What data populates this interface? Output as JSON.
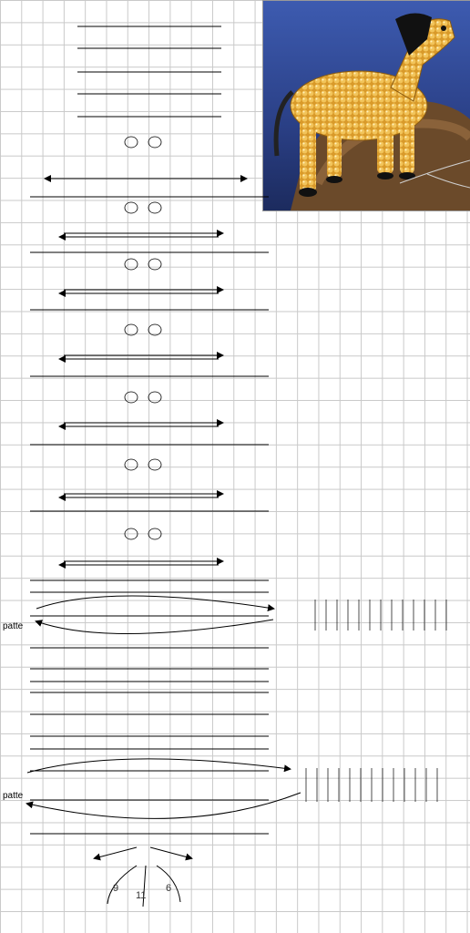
{
  "labels": {
    "leg_label_top": "patte",
    "leg_label_bottom": "patte",
    "strand_9": "9",
    "strand_11": "11",
    "strand_6": "6"
  },
  "photo": {
    "icon": "beaded-horse-photo"
  },
  "colors": {
    "bead_main": "#c8731e",
    "bead_leg_dark": "#7a1010",
    "bead_black": "#000000",
    "bead_tail": "#8c4a1c",
    "bead_stroke": "#5a2d05"
  }
}
